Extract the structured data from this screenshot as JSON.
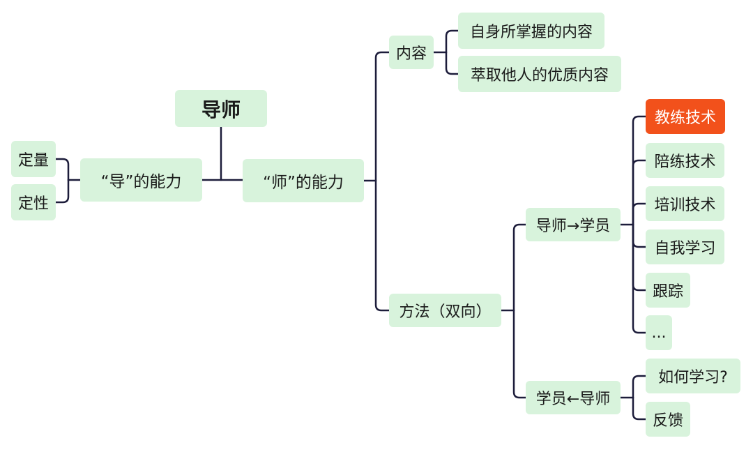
{
  "mindmap": {
    "root": "导师",
    "dao_branch": {
      "label": "“导”的能力",
      "children": [
        "定量",
        "定性"
      ]
    },
    "shi_branch": {
      "label": "“师”的能力",
      "content": {
        "label": "内容",
        "children": [
          "自身所掌握的内容",
          "萃取他人的优质内容"
        ]
      },
      "method": {
        "label": "方法（双向）",
        "to_student": {
          "label": "导师→学员",
          "children": [
            "教练技术",
            "陪练技术",
            "培训技术",
            "自我学习",
            "跟踪",
            "..."
          ]
        },
        "to_mentor": {
          "label": "学员←导师",
          "children": [
            "如何学习?",
            "反馈"
          ]
        }
      }
    }
  },
  "colors": {
    "node_fill": "#d8f3dc",
    "highlight_fill": "#f2511b",
    "line": "#1c1c3a"
  }
}
